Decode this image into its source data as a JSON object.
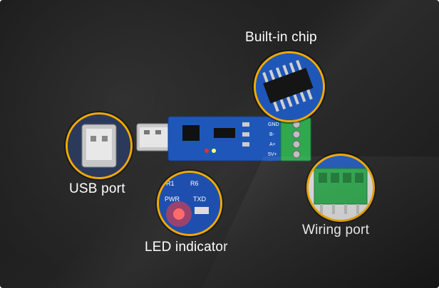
{
  "image": {
    "subject": "USB to RS485 converter module product photo",
    "accent_color": "#f2a900",
    "background_color": "#1e1e1e",
    "pcb_color": "#1f57b8",
    "terminal_color": "#2fa84f"
  },
  "callouts": {
    "chip": {
      "label": "Built-in chip"
    },
    "usb": {
      "label": "USB port"
    },
    "led": {
      "label": "LED indicator",
      "silk_labels": [
        "R1",
        "R6",
        "PWR",
        "TXD"
      ]
    },
    "wiring": {
      "label": "Wiring port"
    }
  },
  "board": {
    "terminal_labels": [
      "GND",
      "B-",
      "A+",
      "5V+"
    ]
  }
}
